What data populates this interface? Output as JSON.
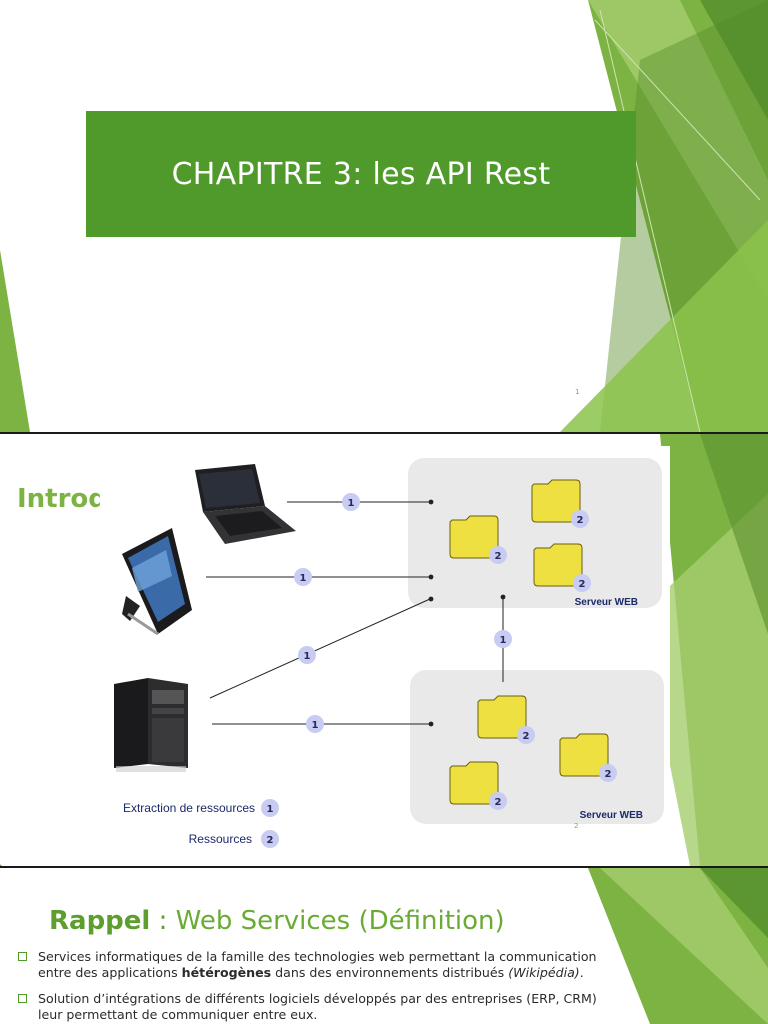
{
  "slide1": {
    "title": "CHAPITRE 3: les API  Rest",
    "page": "1"
  },
  "slide2": {
    "heading": "Introduction",
    "page": "2",
    "server_label_top": "Serveur WEB",
    "server_label_bottom": "Serveur WEB",
    "badge_request": "1",
    "badge_resource": "2",
    "legend": [
      {
        "label": "Extraction de ressources",
        "badge": "1"
      },
      {
        "label": "Ressources",
        "badge": "2"
      }
    ],
    "colors": {
      "folder": "#ede040",
      "badge": "#c8cbf2",
      "server_area": "#e9e9ea"
    },
    "icons": [
      "laptop-icon",
      "tablet-icon",
      "server-tower-icon",
      "folder-icon"
    ]
  },
  "slide3": {
    "title_keyword": "Rappel",
    "title_colon": " : ",
    "title_rest": "Web Services (Définition)",
    "bullet1": {
      "line1": "Services informatiques de la famille des technologies web permettant la communication",
      "line2_a": "entre des applications ",
      "line2_bold": "hétérogènes",
      "line2_b": " dans des environnements distribués ",
      "line2_italic": "(Wikipédia)",
      "line2_end": "."
    },
    "bullet2": {
      "line1": "Solution d’intégrations de différents logiciels développés par des entreprises (ERP, CRM)",
      "line2": "leur permettant de communiquer entre eux."
    }
  }
}
